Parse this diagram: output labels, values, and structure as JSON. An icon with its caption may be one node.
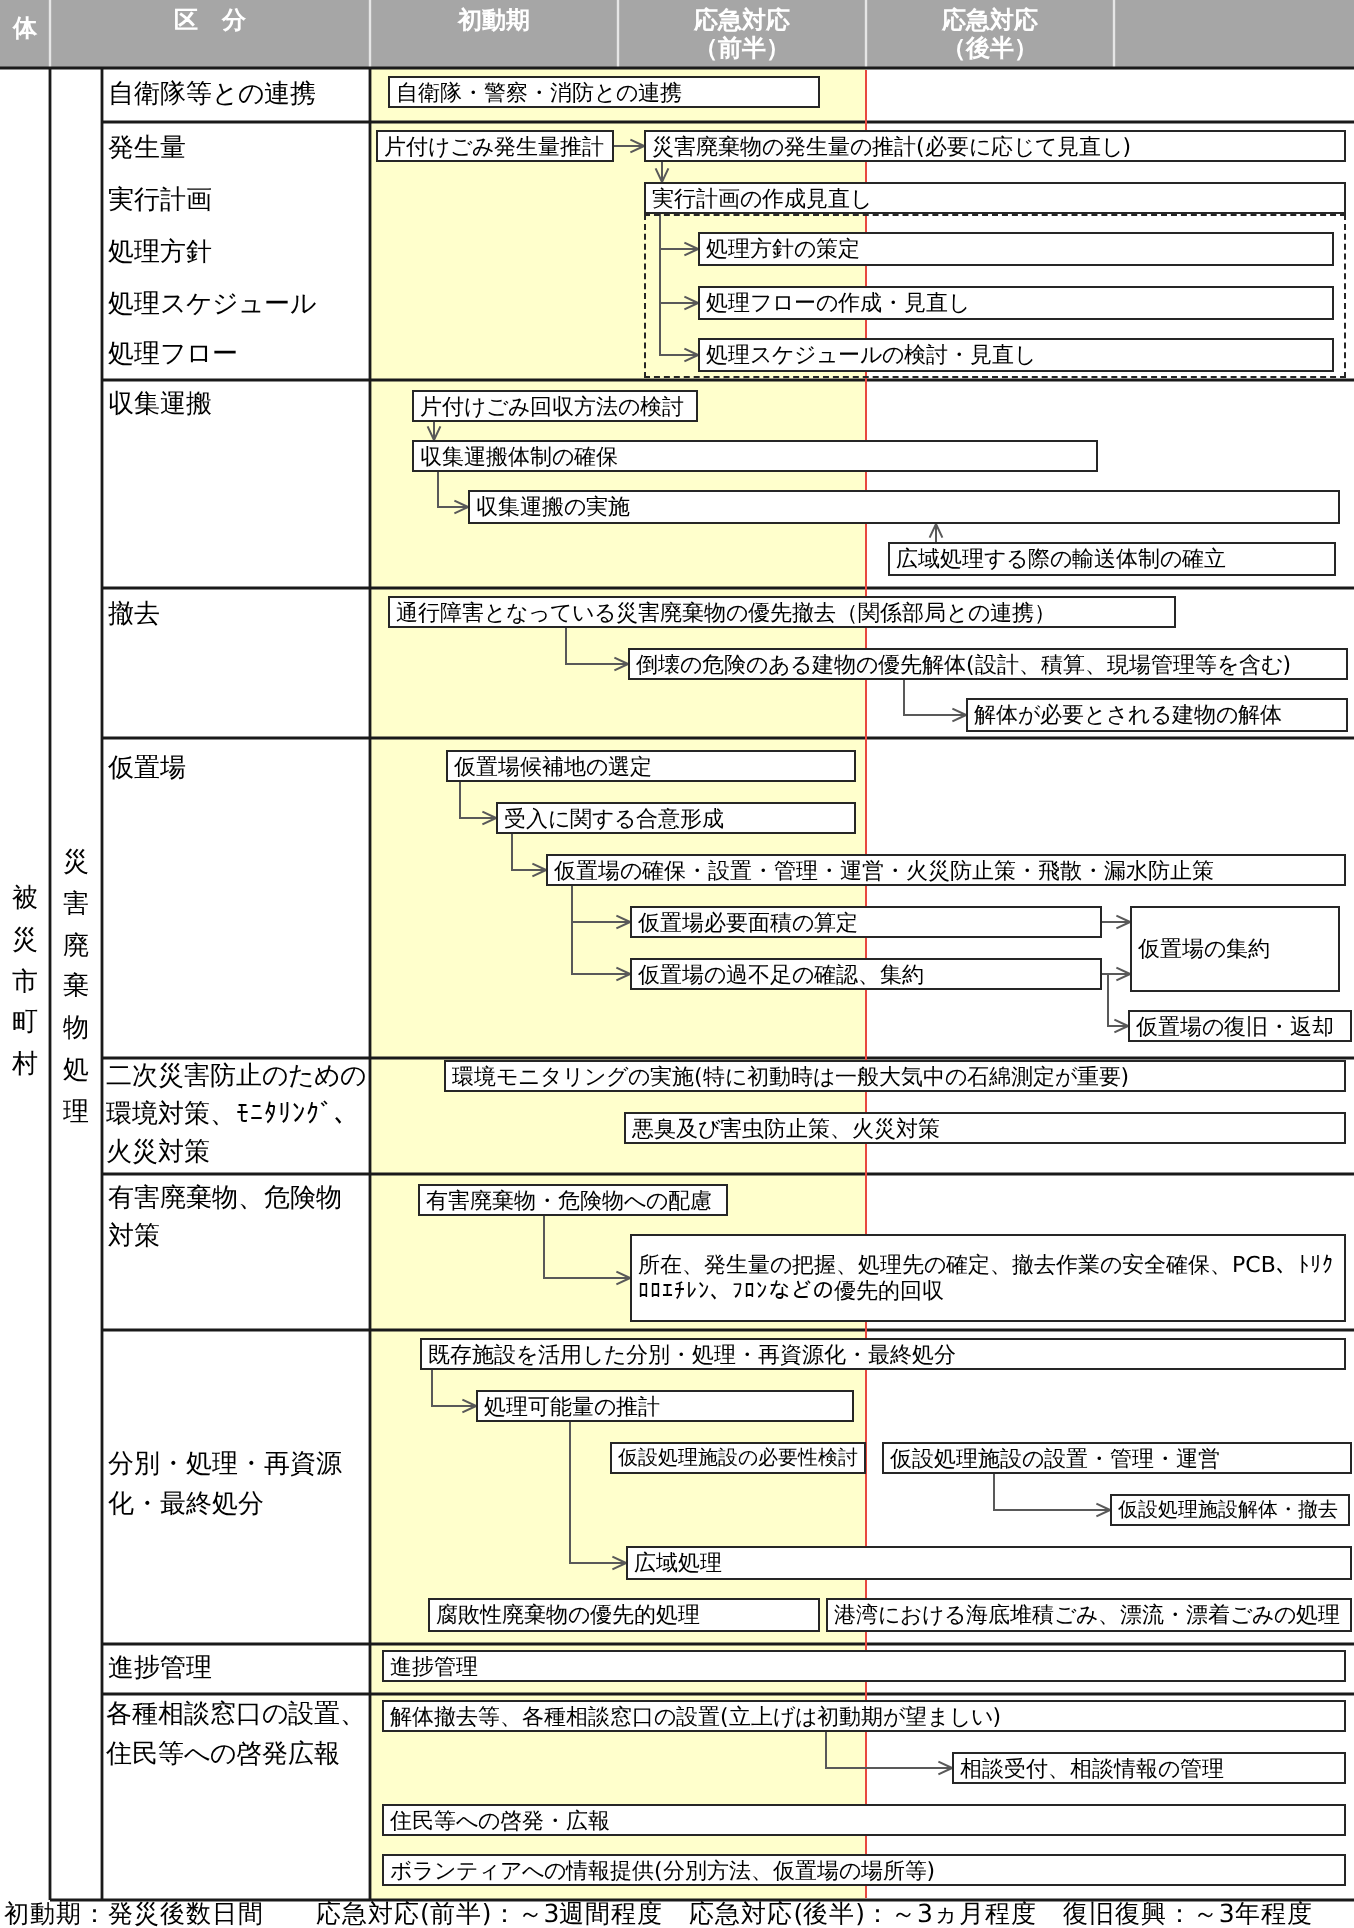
{
  "diagram": {
    "caption": "初動期：発災後数日間　　応急対応(前半)：～3週間程度　応急対応(後半)：～3ヵ月程度　復旧復興：～3年程度",
    "nodes": [
      {
        "text": [
          "自衛隊・警察・消防との連携"
        ]
      },
      {
        "text": [
          "片付けごみ発生量推計"
        ]
      },
      {
        "text": [
          "災害廃棄物の発生量の推計(必要に応じて見直し)"
        ]
      },
      {
        "text": [
          "実行計画の作成見直し"
        ]
      },
      {
        "text": [],
        "shape": "box"
      },
      {
        "text": [
          "処理方針の策定"
        ],
        "in": 4
      },
      {
        "text": [
          "処理フローの作成・見直し"
        ],
        "in": 4
      },
      {
        "text": [
          "処理スケジュールの検討・見直し"
        ],
        "in": 4
      },
      {
        "text": [
          "片付けごみ回収方法の検討"
        ]
      },
      {
        "text": [
          "収集運搬体制の確保"
        ]
      },
      {
        "text": [
          "収集運搬の実施"
        ]
      },
      {
        "text": [
          "広域処理する際の輸送体制の確立"
        ]
      },
      {
        "text": [
          "通行障害となっている災害廃棄物の優先撤去（関係部局との連携）"
        ]
      },
      {
        "text": [
          "倒壊の危険のある建物の優先解体(設計、積算、現場管理等を含む)"
        ]
      },
      {
        "text": [
          "解体が必要とされる建物の解体"
        ]
      },
      {
        "text": [
          "仮置場候補地の選定"
        ]
      },
      {
        "text": [
          "受入に関する合意形成"
        ]
      },
      {
        "text": [
          "仮置場の確保・設置・管理・運営・火災防止策・飛散・漏水防止策"
        ]
      },
      {
        "text": [
          "仮置場必要面積の算定"
        ]
      },
      {
        "text": [
          "仮置場の集約"
        ]
      },
      {
        "text": [
          "仮置場の過不足の確認、集約"
        ]
      },
      {
        "text": [
          "仮置場の復旧・返却"
        ]
      },
      {
        "text": [
          "環境モニタリングの実施(特に初動時は一般大気中の石綿測定が重要)"
        ]
      },
      {
        "text": [
          "悪臭及び害虫防止策、火災対策"
        ]
      },
      {
        "text": [
          "有害廃棄物・危険物への配慮"
        ]
      },
      {
        "text": [
          "所在、発生量の把握、処理先の確定、撤去作業の安全確保、PCB、ﾄﾘｸﾛﾛｴﾁﾚﾝ、ﾌﾛﾝなどの優先的回収"
        ]
      },
      {
        "text": [
          "既存施設を活用した分別・処理・再資源化・最終処分"
        ]
      },
      {
        "text": [
          "処理可能量の推計"
        ]
      },
      {
        "text": [
          "仮設処理施設の必要性検討"
        ]
      },
      {
        "text": [
          "仮設処理施設の設置・管理・運営"
        ]
      },
      {
        "text": [
          "仮設処理施設解体・撤去"
        ]
      },
      {
        "text": [
          "広域処理"
        ]
      },
      {
        "text": [
          "腐敗性廃棄物の優先的処理"
        ]
      },
      {
        "text": [
          "港湾における海底堆積ごみ、漂流・漂着ごみの処理"
        ]
      },
      {
        "text": [
          "進捗管理"
        ]
      },
      {
        "text": [
          "解体撤去等、各種相談窓口の設置(立上げは初動期が望ましい)"
        ]
      },
      {
        "text": [
          "相談受付、相談情報の管理"
        ]
      },
      {
        "text": [
          "住民等への啓発・広報"
        ]
      },
      {
        "text": [
          "ボランティアへの情報提供(分別方法、仮置場の場所等)"
        ]
      }
    ],
    "edges": [
      {
        "from": 1,
        "to": 2,
        "arrow": "to"
      },
      {
        "from": 2,
        "to": 3,
        "arrow": "to"
      },
      {
        "from": 3,
        "to": 5,
        "arrow": "to"
      },
      {
        "from": 3,
        "to": 6,
        "arrow": "to"
      },
      {
        "from": 3,
        "to": 7,
        "arrow": "to"
      },
      {
        "from": 8,
        "to": 9,
        "arrow": "to"
      },
      {
        "from": 9,
        "to": 10,
        "arrow": "to"
      },
      {
        "from": 11,
        "to": 10,
        "arrow": "to"
      },
      {
        "from": 12,
        "to": 13,
        "arrow": "to"
      },
      {
        "from": 13,
        "to": 14,
        "arrow": "to"
      },
      {
        "from": 15,
        "to": 16,
        "arrow": "to"
      },
      {
        "from": 16,
        "to": 17,
        "arrow": "to"
      },
      {
        "from": 17,
        "to": 18,
        "arrow": "to"
      },
      {
        "from": 17,
        "to": 20,
        "arrow": "to"
      },
      {
        "from": 18,
        "to": 19,
        "arrow": "to"
      },
      {
        "from": 20,
        "to": 19,
        "arrow": "to"
      },
      {
        "from": 20,
        "to": 21,
        "arrow": "to"
      },
      {
        "from": 24,
        "to": 25,
        "arrow": "to"
      },
      {
        "from": 26,
        "to": 27,
        "arrow": "to"
      },
      {
        "from": 27,
        "to": 31,
        "arrow": "to"
      },
      {
        "from": 29,
        "to": 30,
        "arrow": "to"
      },
      {
        "from": 35,
        "to": 36,
        "arrow": "to"
      }
    ],
    "labels": [
      "体",
      "区　分",
      "初動期",
      "応急対応（前半）",
      "応急対応（後半）",
      "被災市町村",
      "災害廃棄物処理",
      "自衛隊等との連携",
      "発生量",
      "実行計画",
      "処理方針",
      "処理スケジュール",
      "処理フロー",
      "収集運搬",
      "撤去",
      "仮置場",
      "二次災害防止のための環境対策、ﾓﾆﾀﾘﾝｸﾞ、火災対策",
      "有害廃棄物、危険物対策",
      "分別・処理・再資源化・最終処分",
      "進捗管理",
      "各種相談窓口の設置、住民等への啓発広報"
    ]
  }
}
